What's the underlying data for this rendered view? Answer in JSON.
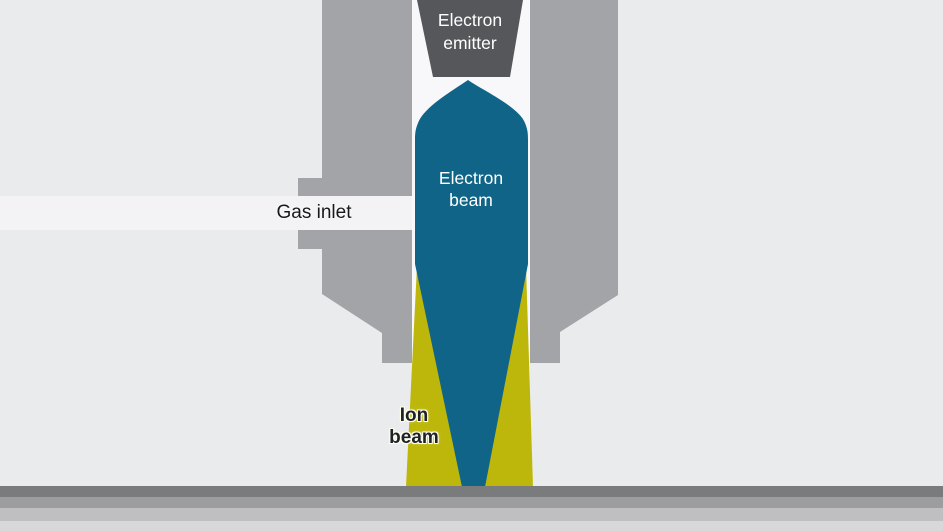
{
  "diagram": {
    "title_hint": "Focused ion beam / electron beam column diagram",
    "labels": {
      "electron_emitter": "Electron emitter",
      "electron_beam": "Electron beam",
      "gas_inlet": "Gas inlet",
      "ion_beam": "Ion beam"
    },
    "colors": {
      "background": "#eaebed",
      "channel_white": "#f8f8fa",
      "inlet_band": "#f3f3f5",
      "column_gray": "#a3a4a8",
      "emitter_dark_gray": "#56575b",
      "electron_beam_teal": "#0f6487",
      "ion_beam_yellow": "#bdb70c",
      "label_white": "#ffffff",
      "label_dark": "#17181a",
      "surface_layers": [
        "#7a7b7d",
        "#9c9d9f",
        "#bfbfc1",
        "#d8d8da"
      ]
    }
  }
}
